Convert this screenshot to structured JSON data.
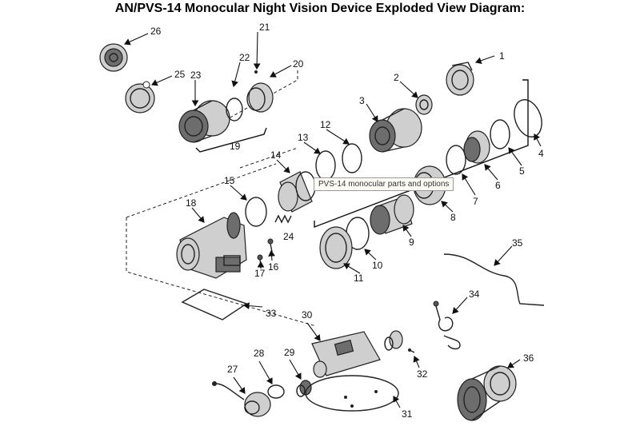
{
  "title": "AN/PVS-14 Monocular Night Vision Device Exploded View Diagram:",
  "tooltip": "PVS-14 monocular parts and options",
  "callouts": [
    "1",
    "2",
    "3",
    "4",
    "5",
    "6",
    "7",
    "8",
    "9",
    "10",
    "11",
    "12",
    "13",
    "14",
    "15",
    "16",
    "17",
    "18",
    "19",
    "20",
    "21",
    "22",
    "23",
    "24",
    "25",
    "26",
    "27",
    "28",
    "29",
    "30",
    "31",
    "32",
    "33",
    "34",
    "35",
    "36"
  ]
}
